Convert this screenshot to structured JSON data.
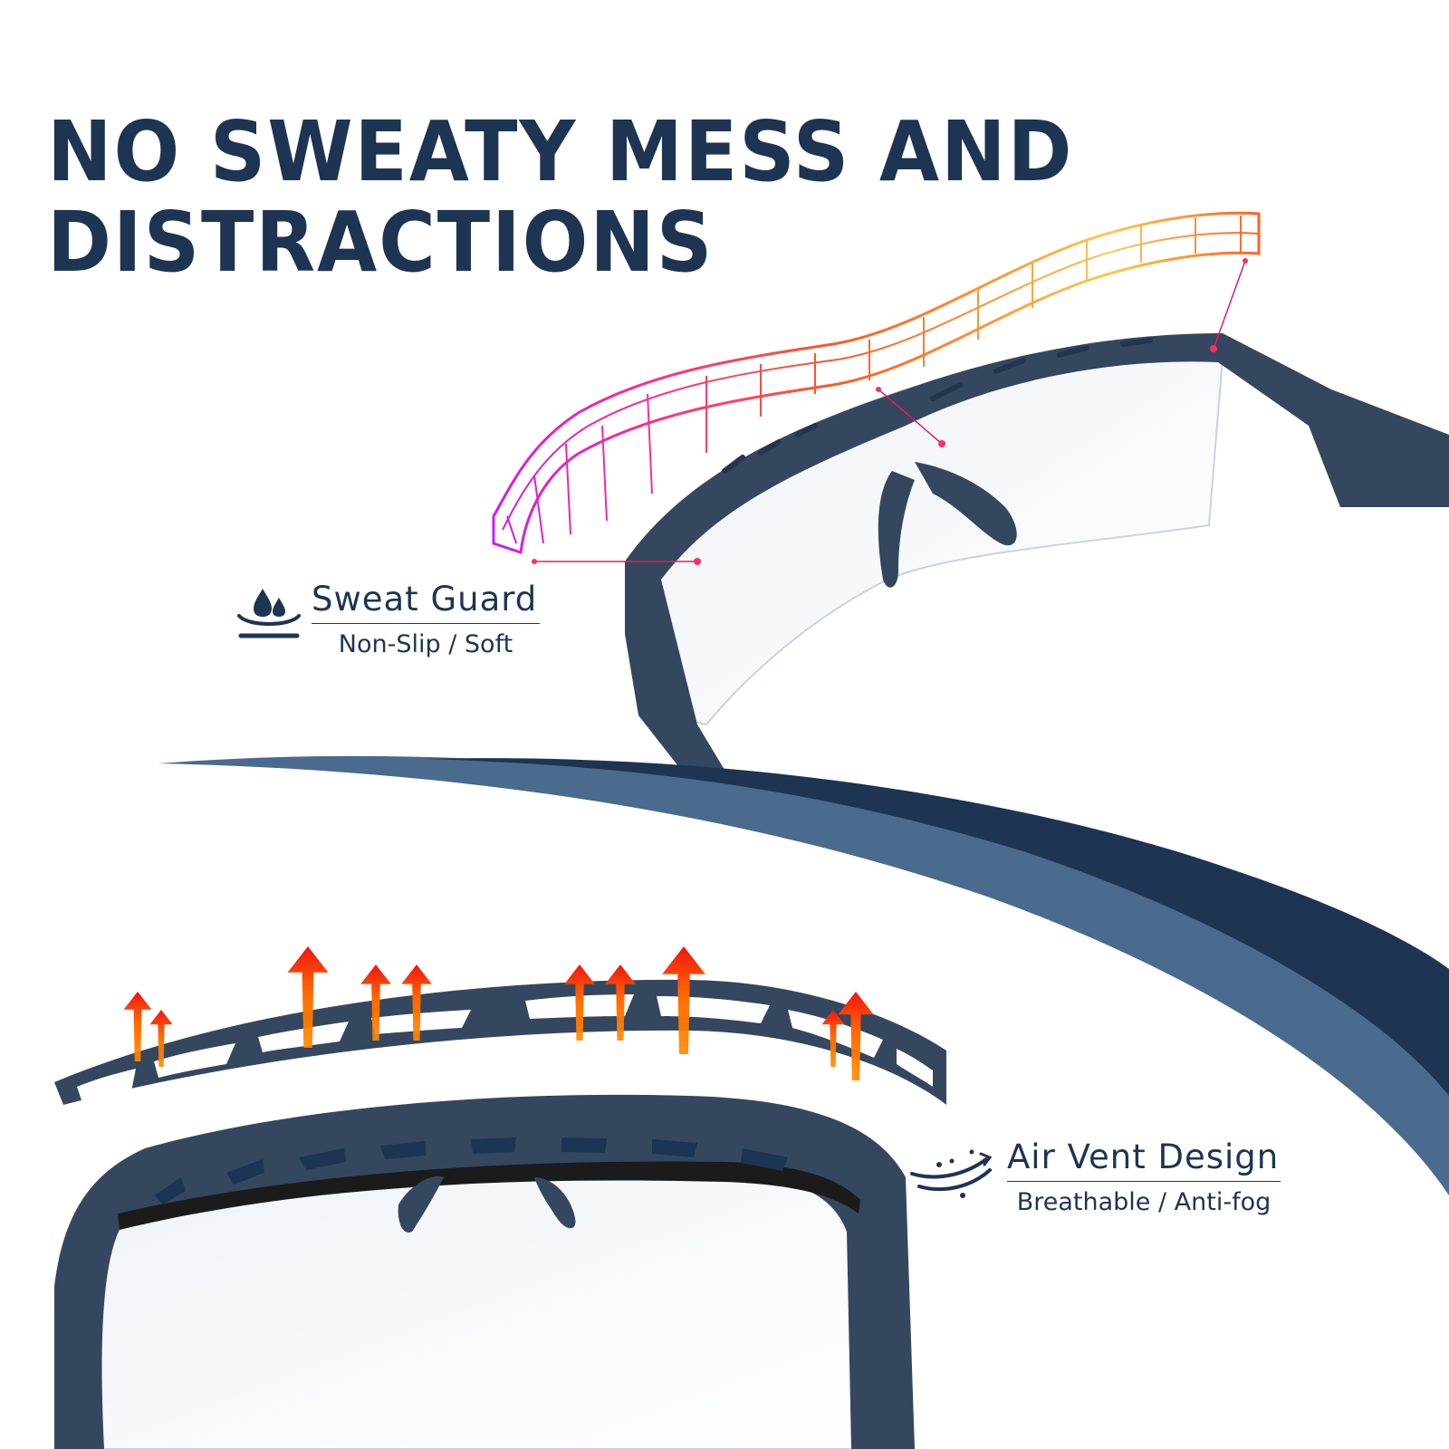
{
  "headline": {
    "line1": "NO SWEATY MESS AND",
    "line2": "DISTRACTIONS"
  },
  "features": {
    "sweat_guard": {
      "title": "Sweat Guard",
      "subtitle": "Non-Slip / Soft",
      "icon": "water-drops-icon"
    },
    "air_vent": {
      "title": "Air Vent Design",
      "subtitle": "Breathable / Anti-fog",
      "icon": "air-flow-icon"
    }
  },
  "colors": {
    "navy": "#1d3453",
    "frame": "#34475f",
    "swoosh_light": "#4a6a8e",
    "gradient_magenta": "#d41cf0",
    "gradient_orange": "#ff5a1f",
    "gradient_yellow": "#ffd24a",
    "arrow_red": "#f01414",
    "arrow_orange": "#ff8a00"
  }
}
